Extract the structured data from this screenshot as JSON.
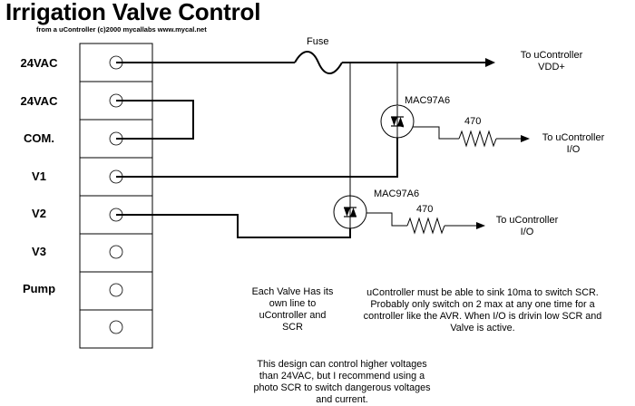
{
  "title": "Irrigation Valve Control",
  "subtitle": "from a uController (c)2000 mycallabs www.mycal.net",
  "terminals": [
    "24VAC",
    "24VAC",
    "COM.",
    "V1",
    "V2",
    "V3",
    "Pump",
    ""
  ],
  "fuse_label": "Fuse",
  "out_vdd_line1": "To uController",
  "out_vdd_line2": "VDD+",
  "scr1": {
    "part": "MAC97A6",
    "resistor": "470",
    "out_line1": "To uController",
    "out_line2": "I/O"
  },
  "scr2": {
    "part": "MAC97A6",
    "resistor": "470",
    "out_line1": "To uController",
    "out_line2": "I/O"
  },
  "note_valve": "Each Valve Has its own line to uController and SCR",
  "note_sink": "uController must be able to sink 10ma to switch SCR.  Probably only switch on 2 max at any one time for a controller like the AVR.  When I/O is drivin low SCR and Valve is active.",
  "note_design": "This design can control higher voltages than 24VAC, but I recommend using a photo SCR to switch dangerous voltages and current."
}
